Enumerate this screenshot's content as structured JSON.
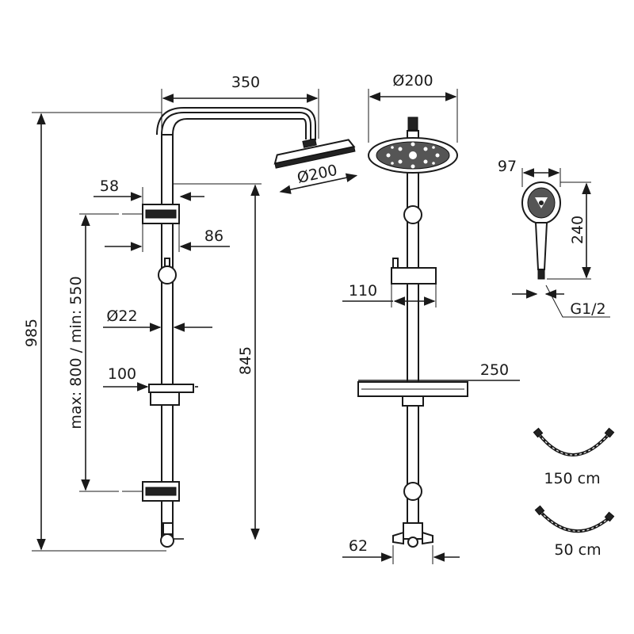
{
  "dimensions": {
    "arm_reach": "350",
    "head_diameter_side": "Ø200",
    "head_diameter_front": "Ø200",
    "bracket_offset": "58",
    "bracket_depth": "86",
    "pipe_diameter": "Ø22",
    "slider_depth": "100",
    "height_range": "max: 800 / min: 550",
    "total_height": "985",
    "lower_height": "845",
    "slider_width": "110",
    "shelf_width": "250",
    "mixer_width": "62",
    "hand_width": "97",
    "hand_length": "240",
    "thread": "G1/2"
  },
  "hoses": {
    "long": "150 cm",
    "short": "50 cm"
  },
  "colors": {
    "line": "#1a1a1a",
    "fill": "#ffffff"
  }
}
